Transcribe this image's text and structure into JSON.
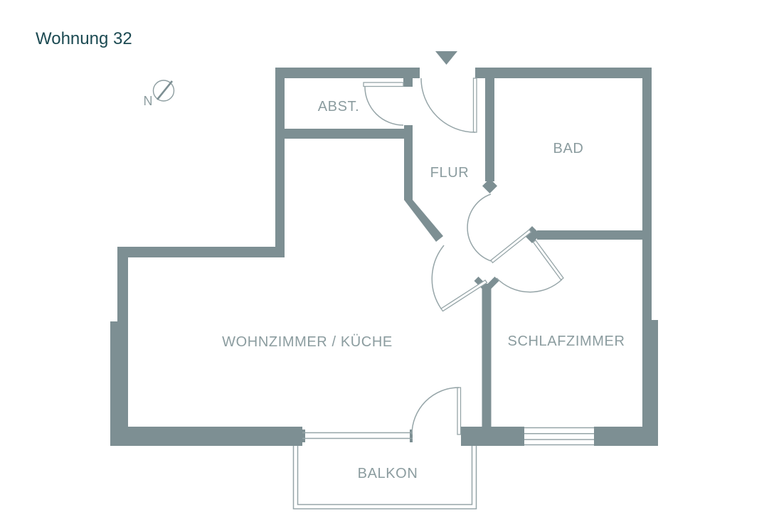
{
  "title": "Wohnung 32",
  "compass": {
    "label": "N"
  },
  "rooms": [
    {
      "id": "abst",
      "label": "ABST."
    },
    {
      "id": "flur",
      "label": "FLUR"
    },
    {
      "id": "bad",
      "label": "BAD"
    },
    {
      "id": "wohnzimmer",
      "label": "WOHNZIMMER / KÜCHE"
    },
    {
      "id": "schlafzimmer",
      "label": "SCHLAFZIMMER"
    },
    {
      "id": "balkon",
      "label": "BALKON"
    }
  ],
  "colors": {
    "wall": "#7d8f93",
    "thin_line": "#96a5a8",
    "room_label": "#8b9c9f",
    "title": "#1c4a52",
    "background": "#ffffff"
  }
}
